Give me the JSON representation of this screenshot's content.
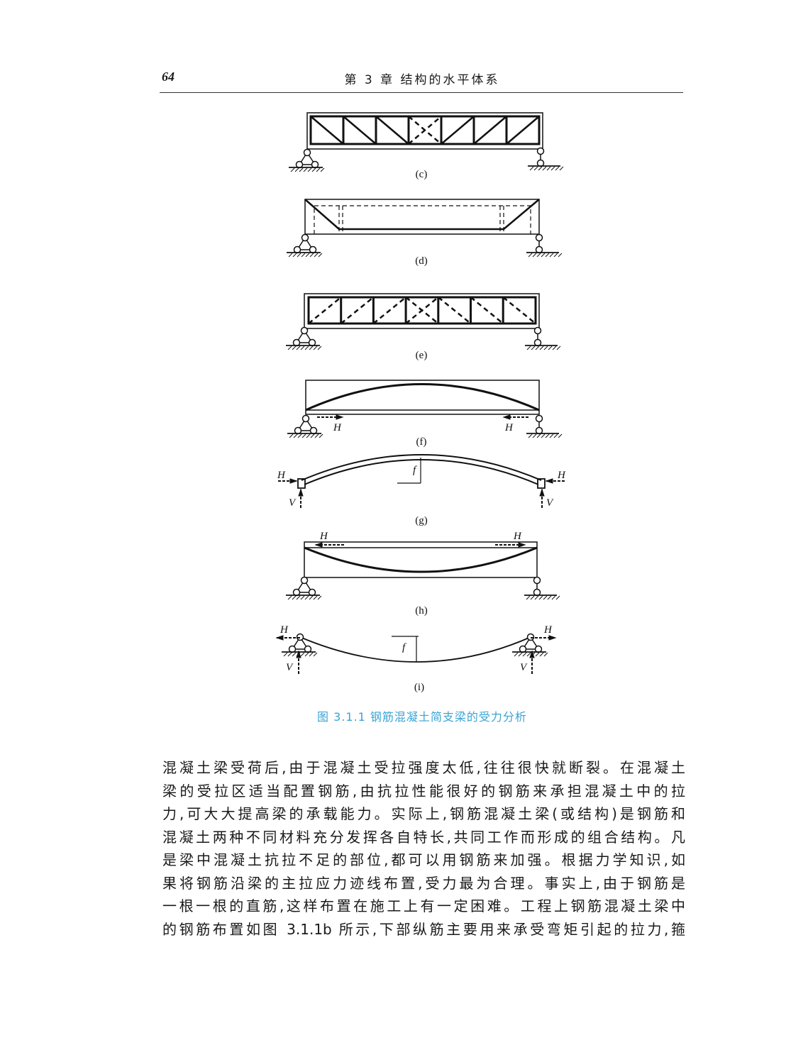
{
  "header": {
    "page_number": "64",
    "chapter_title": "第 3 章   结构的水平体系"
  },
  "figure": {
    "subfigure_labels": [
      "(c)",
      "(d)",
      "(e)",
      "(f)",
      "(g)",
      "(h)",
      "(i)"
    ],
    "force_labels": {
      "H": "H",
      "V": "V",
      "f": "f"
    },
    "caption": "图 3.1.1   钢筋混凝土简支梁的受力分析",
    "caption_color": "#3aa3d4"
  },
  "body": {
    "lines": [
      "混凝土梁受荷后,由于混凝土受拉强度太低,往往很快就断裂。在混凝土",
      "梁的受拉区适当配置钢筋,由抗拉性能很好的钢筋来承担混凝土中的拉",
      "力,可大大提高梁的承载能力。实际上,钢筋混凝土梁(或结构)是钢筋和",
      "混凝土两种不同材料充分发挥各自特长,共同工作而形成的组合结构。凡",
      "是梁中混凝土抗拉不足的部位,都可以用钢筋来加强。根据力学知识,如",
      "果将钢筋沿梁的主拉应力迹线布置,受力最为合理。事实上,由于钢筋是",
      "一根一根的直筋,这样布置在施工上有一定困难。工程上钢筋混凝土梁中",
      "的钢筋布置如图 3.1.1b 所示,下部纵筋主要用来承受弯矩引起的拉力,箍"
    ]
  }
}
